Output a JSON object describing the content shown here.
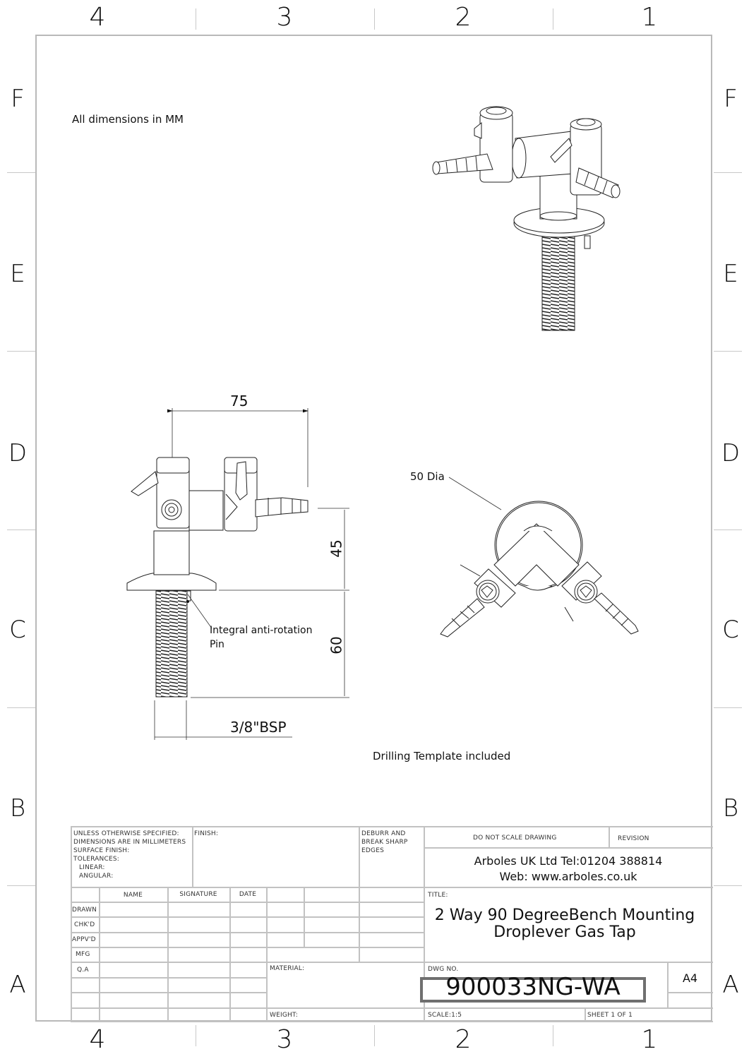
{
  "sheet": {
    "zones_columns": [
      "4",
      "3",
      "2",
      "1"
    ],
    "zones_rows": [
      "F",
      "E",
      "D",
      "C",
      "B",
      "A"
    ],
    "border_color": "#b9b9b9"
  },
  "notes": {
    "units": "All dimensions in MM",
    "drilling": "Drilling Template included"
  },
  "views": {
    "isometric": {
      "label": "isometric-view"
    },
    "front": {
      "dimensions": {
        "width": "75",
        "height_upper": "45",
        "height_lower": "60",
        "thread": "3/8\"BSP"
      },
      "callout": {
        "line1": "Integral anti-rotation",
        "line2": "Pin"
      }
    },
    "top": {
      "callout": "50 Dia"
    }
  },
  "title_block": {
    "general_notes": [
      "UNLESS OTHERWISE SPECIFIED:",
      "DIMENSIONS ARE IN MILLIMETERS",
      "SURFACE FINISH:",
      "TOLERANCES:",
      "  LINEAR:",
      "  ANGULAR:"
    ],
    "finish_label": "FINISH:",
    "deburr": [
      "DEBURR AND",
      "BREAK SHARP",
      "EDGES"
    ],
    "do_not_scale": "DO NOT SCALE DRAWING",
    "revision_label": "REVISION",
    "company_line1": "Arboles UK Ltd Tel:01204 388814",
    "company_line2": "Web: www.arboles.co.uk",
    "headers": {
      "name": "NAME",
      "signature": "SIGNATURE",
      "date": "DATE"
    },
    "roles": [
      "DRAWN",
      "CHK'D",
      "APPV'D",
      "MFG",
      "Q.A"
    ],
    "title_label": "TITLE:",
    "title_line1": "2 Way 90 DegreeBench Mounting",
    "title_line2": "Droplever Gas Tap",
    "material_label": "MATERIAL:",
    "weight_label": "WEIGHT:",
    "dwg_no_label": "DWG NO.",
    "dwg_no": "900033NG-WA",
    "size": "A4",
    "scale": "SCALE:1:5",
    "sheet": "SHEET 1 OF 1"
  }
}
